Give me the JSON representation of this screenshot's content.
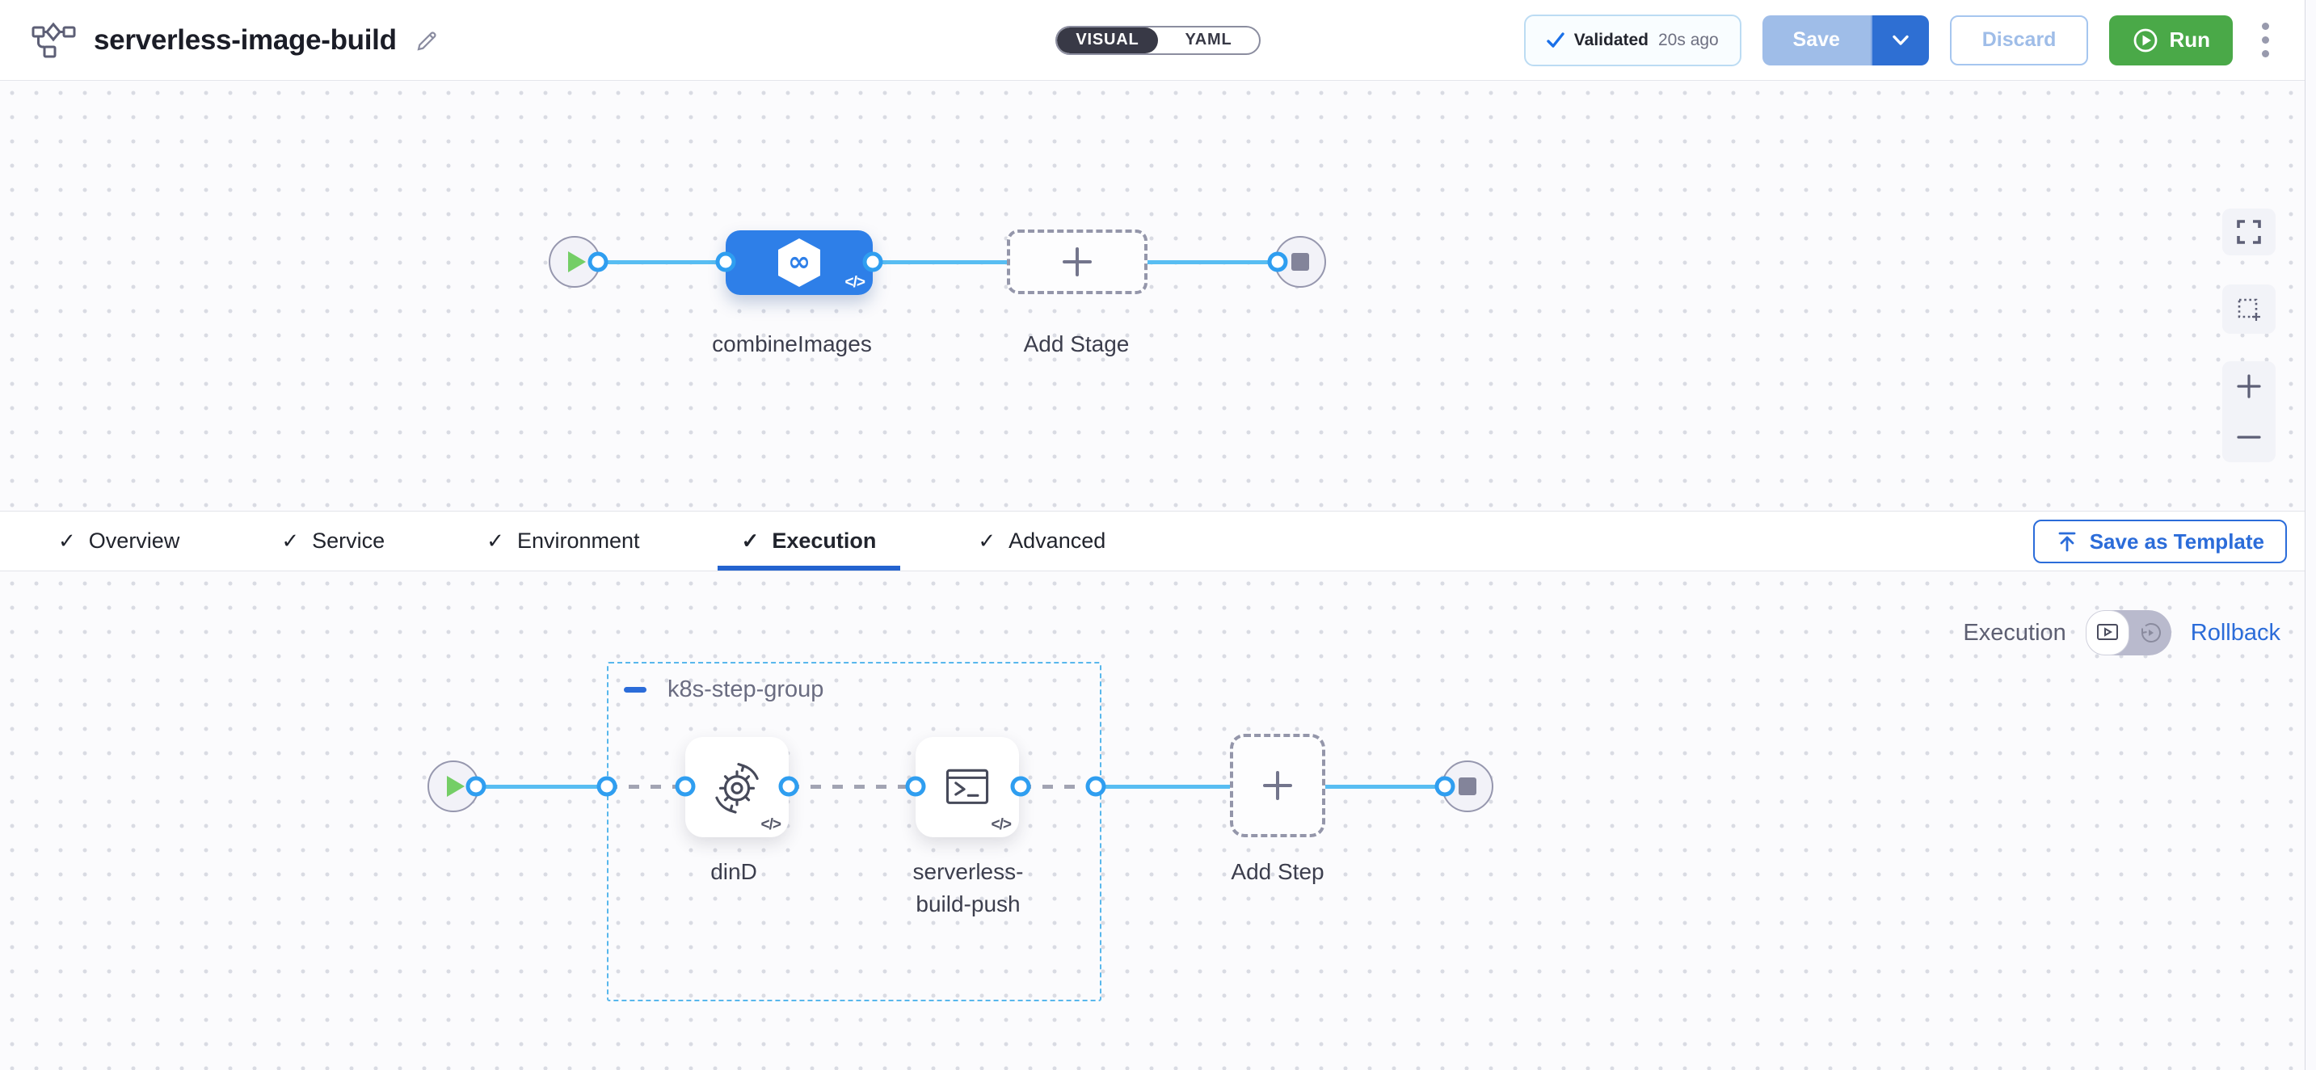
{
  "header": {
    "title": "serverless-image-build",
    "mode_toggle": {
      "visual": "VISUAL",
      "yaml": "YAML",
      "selected": "VISUAL"
    },
    "validated": {
      "label": "Validated",
      "time": "20s ago"
    },
    "save_label": "Save",
    "discard_label": "Discard",
    "run_label": "Run"
  },
  "stage_canvas": {
    "stage_name": "combineImages",
    "add_stage_label": "Add Stage",
    "code_chip": "</>"
  },
  "tabs": {
    "items": [
      {
        "label": "Overview"
      },
      {
        "label": "Service"
      },
      {
        "label": "Environment"
      },
      {
        "label": "Execution"
      },
      {
        "label": "Advanced"
      }
    ],
    "active": "Execution",
    "save_as_template_label": "Save as Template"
  },
  "execution_canvas": {
    "mode_label": "Execution",
    "rollback_label": "Rollback",
    "group_name": "k8s-step-group",
    "steps": [
      {
        "name": "dinD"
      },
      {
        "name": "serverless-build-push"
      }
    ],
    "add_step_label": "Add Step",
    "code_chip": "</>"
  },
  "icons": {
    "pipeline": "flowchart-nodes",
    "edit": "pencil",
    "validated": "blue-check",
    "save_caret": "chevron-down",
    "run": "circled-play",
    "more": "kebab-vertical-dots",
    "fullscreen": "corner-brackets",
    "marquee": "dashed-selection-square",
    "zoom_in": "plus",
    "zoom_out": "minus",
    "stage": "harness-ci-hexagon-infinity",
    "dind_step": "gear-with-sync-arrows",
    "shell_step": "terminal-window",
    "execution_view": "play-in-frame",
    "rollback_view": "circular-replay",
    "template": "upload-arrow"
  },
  "colors": {
    "accent_blue": "#2e7fe8",
    "link_blue": "#2b6cd9",
    "flow_blue": "#58bdf2",
    "connector_blue": "#2f9ef0",
    "run_green": "#4aa948",
    "toggle_dark": "#383946",
    "canvas_bg": "#fbfbfd",
    "group_dash": "#58b7ec"
  }
}
